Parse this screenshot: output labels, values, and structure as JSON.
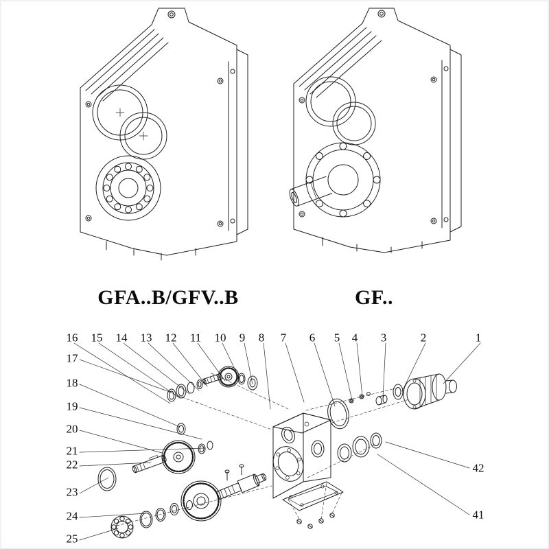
{
  "canvas": {
    "background": "#ffffff",
    "line_color": "#1c1c1c"
  },
  "models": [
    {
      "label": "GFA..B/GFV..B"
    },
    {
      "label": "GF.."
    }
  ],
  "exploded": {
    "top_numbers": [
      "16",
      "15",
      "14",
      "13",
      "12",
      "11",
      "10",
      "9",
      "8",
      "7",
      "6",
      "5",
      "4",
      "3",
      "2",
      "1"
    ],
    "left_numbers": [
      "17",
      "18",
      "19",
      "20",
      "21",
      "22",
      "23",
      "24",
      "25"
    ],
    "right_numbers": [
      "42",
      "41"
    ]
  }
}
